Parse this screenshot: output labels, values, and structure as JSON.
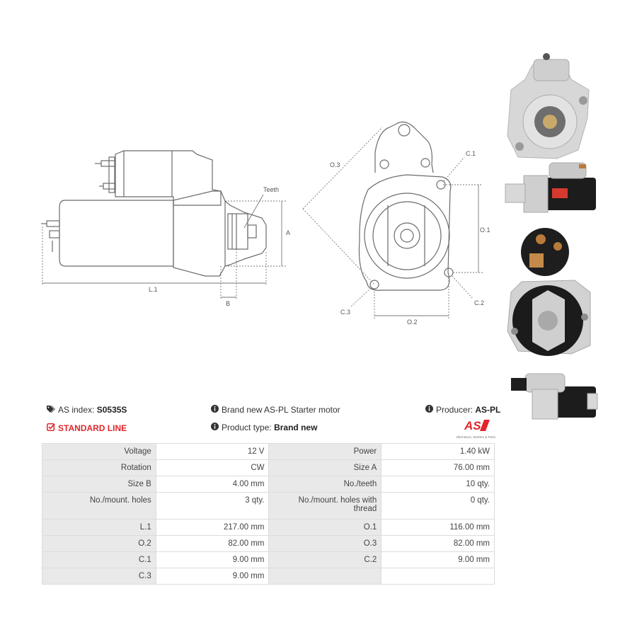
{
  "drawing": {
    "labels": {
      "teeth": "Teeth",
      "a": "A",
      "b": "B",
      "l1": "L.1",
      "o1": "O.1",
      "o2": "O.2",
      "o3": "O.3",
      "c1": "C.1",
      "c2": "C.2",
      "c3": "C.3"
    }
  },
  "info": {
    "index_label": "AS index:",
    "index_value": "S0535S",
    "line_label": "STANDARD LINE",
    "description": "Brand new AS-PL Starter motor",
    "type_label": "Product type:",
    "type_value": "Brand new",
    "producer_label": "Producer:",
    "producer_value": "AS-PL",
    "logo_text": "AS",
    "logo_tagline": "Alternators, Starters & Parts"
  },
  "specs": [
    {
      "l1": "Voltage",
      "v1": "12 V",
      "l2": "Power",
      "v2": "1.40 kW"
    },
    {
      "l1": "Rotation",
      "v1": "CW",
      "l2": "Size A",
      "v2": "76.00 mm"
    },
    {
      "l1": "Size B",
      "v1": "4.00 mm",
      "l2": "No./teeth",
      "v2": "10 qty."
    },
    {
      "l1": "No./mount. holes",
      "v1": "3 qty.",
      "l2": "No./mount. holes with thread",
      "v2": "0 qty."
    },
    {
      "l1": "L.1",
      "v1": "217.00 mm",
      "l2": "O.1",
      "v2": "116.00 mm"
    },
    {
      "l1": "O.2",
      "v1": "82.00 mm",
      "l2": "O.3",
      "v2": "82.00 mm"
    },
    {
      "l1": "C.1",
      "v1": "9.00 mm",
      "l2": "C.2",
      "v2": "9.00 mm"
    },
    {
      "l1": "C.3",
      "v1": "9.00 mm",
      "l2": "",
      "v2": ""
    }
  ],
  "colors": {
    "accent_red": "#e0262c",
    "label_bg": "#e9e9e9",
    "line": "#6b6b6b"
  },
  "icons": [
    "tags-icon",
    "info-icon",
    "check-square-icon"
  ]
}
